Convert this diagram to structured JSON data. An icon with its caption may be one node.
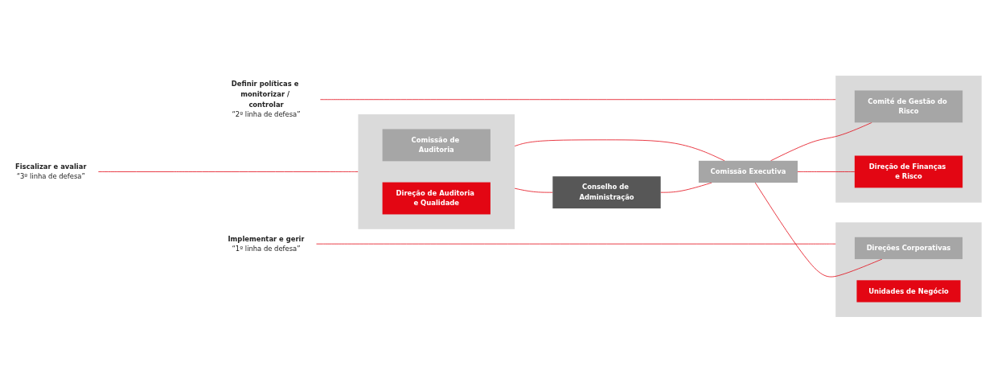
{
  "diagram": {
    "nodes": [
      {
        "text": [
          "Fiscalizar e avaliar",
          "“3º linha de defesa”"
        ]
      },
      {
        "text": [],
        "shape": "box"
      },
      {
        "text": [
          "Comissão de Auditoria"
        ],
        "in": 1
      },
      {
        "text": [
          "Direção de Auditoria e Qualidade"
        ],
        "in": 1
      },
      {
        "text": [
          "Conselho de Administração"
        ]
      },
      {
        "text": [
          "Comissão Executiva"
        ]
      },
      {
        "text": [
          "Definir políticas e monitorizar / controlar",
          "“2º linha de defesa”"
        ]
      },
      {
        "text": [],
        "shape": "box"
      },
      {
        "text": [
          "Comité de Gestão do Risco"
        ],
        "in": 7
      },
      {
        "text": [
          "Direção de Finanças e Risco"
        ],
        "in": 7
      },
      {
        "text": [
          "Implementar e gerir",
          "“1º linha de defesa”"
        ]
      },
      {
        "text": [],
        "shape": "box"
      },
      {
        "text": [
          "Direções Corporativas"
        ],
        "in": 11
      },
      {
        "text": [
          "Unidades de Negócio"
        ],
        "in": 11
      }
    ],
    "edges": [
      {
        "from": 0,
        "to": 1,
        "arrow": "none"
      },
      {
        "from": 1,
        "to": 4,
        "arrow": "none"
      },
      {
        "from": 1,
        "to": 5,
        "arrow": "none"
      },
      {
        "from": 4,
        "to": 5,
        "arrow": "none"
      },
      {
        "from": 5,
        "to": 8,
        "arrow": "none"
      },
      {
        "from": 5,
        "to": 9,
        "arrow": "none"
      },
      {
        "from": 5,
        "to": 12,
        "arrow": "none"
      },
      {
        "from": 6,
        "to": 7,
        "arrow": "none"
      },
      {
        "from": 10,
        "to": 11,
        "arrow": "none"
      }
    ]
  }
}
